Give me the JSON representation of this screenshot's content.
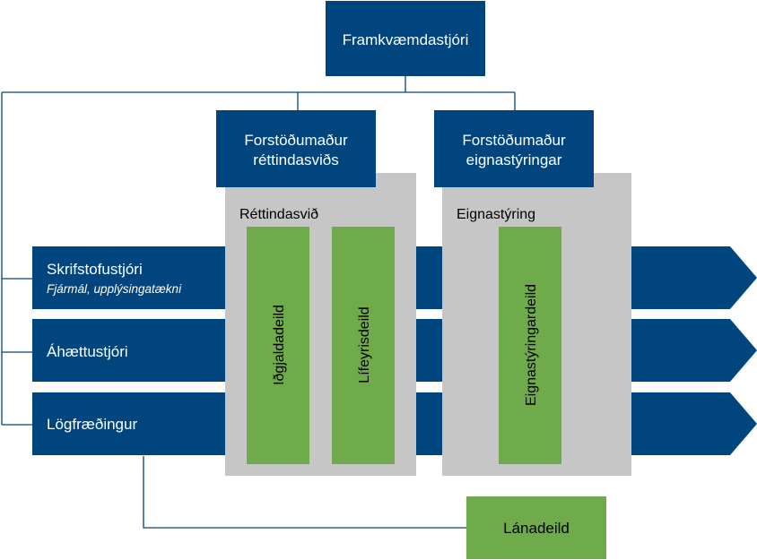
{
  "colors": {
    "navy": "#01457f",
    "gray": "#c6c6c6",
    "green": "#70ab4b",
    "line": "#01457f",
    "white": "#ffffff",
    "text_dark": "#000000"
  },
  "nodes": {
    "ceo": "Framkvæmdastjóri",
    "head_rights": [
      "Forstöðumaður",
      "réttindasviðs"
    ],
    "head_assets": [
      "Forstöðumaður",
      "eignastýringar"
    ]
  },
  "divisions": {
    "rights": "Réttindasvið",
    "assets": "Eignastýring"
  },
  "bands": {
    "office": {
      "title": "Skrifstofustjóri",
      "subtitle": "Fjármál, upplýsingatækni"
    },
    "risk": {
      "title": "Áhættustjóri"
    },
    "legal": {
      "title": "Lögfræðingur"
    }
  },
  "departments": {
    "contributions": "Iðgjaldadeild",
    "pensions": "Lífeyrisdeild",
    "asset_mgmt": "Eignastýringardeild",
    "loans": "Lánadeild"
  },
  "icons": {
    "band_arrow": "chevron-right-arrow"
  }
}
